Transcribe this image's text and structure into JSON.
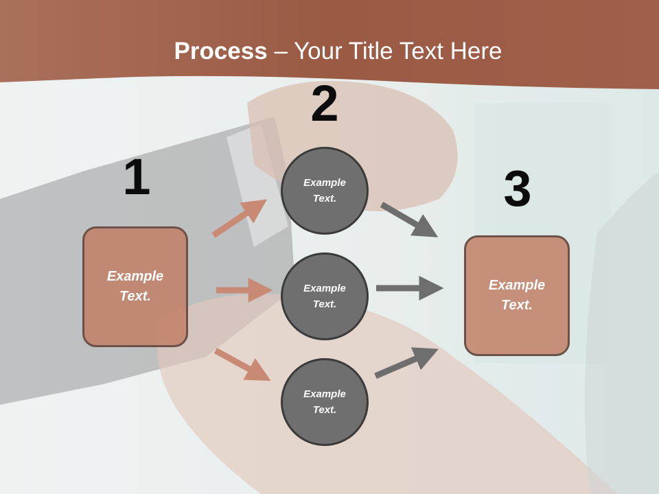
{
  "slide": {
    "title_bold": "Process",
    "title_rest": " – Your Title Text Here",
    "step_numbers": [
      "1",
      "2",
      "3"
    ],
    "left_box_text": "Example\nText.",
    "circles": [
      {
        "text": "Example\nText."
      },
      {
        "text": "Example\nText."
      },
      {
        "text": "Example\nText."
      }
    ],
    "right_box_text": "Example\nText."
  },
  "colors": {
    "header_brown": "#a0604a",
    "box_fill": "#c18068",
    "circle_fill": "#6f6f6f",
    "arrow_left": "#c88a74",
    "arrow_right": "#6e6e6e"
  }
}
